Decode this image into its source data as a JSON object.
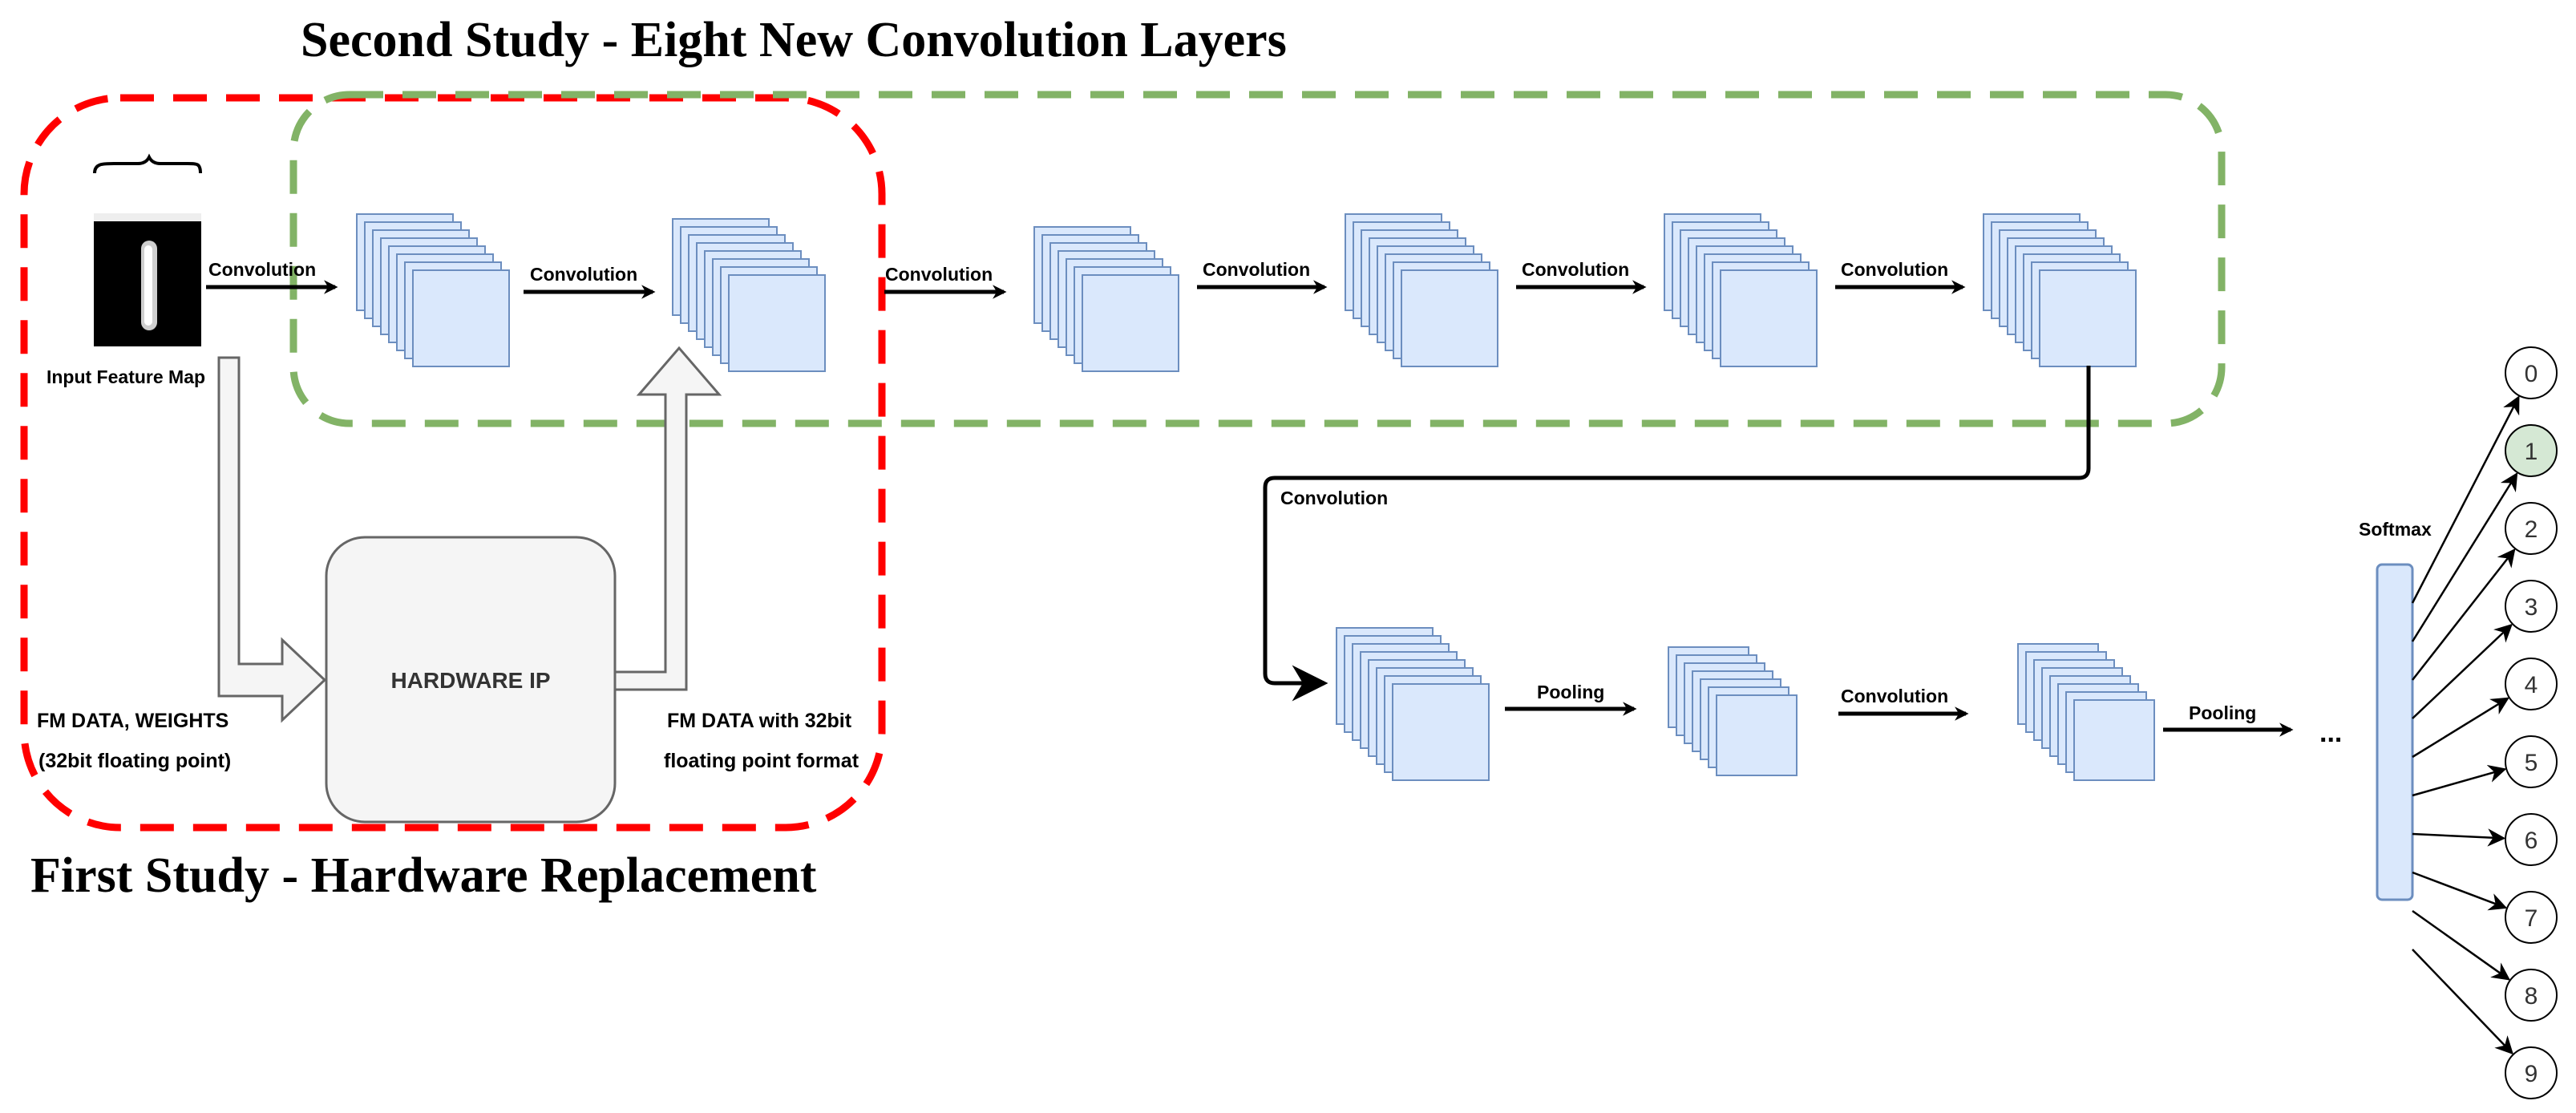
{
  "titles": {
    "second_study": "Second Study - Eight New Convolution Layers",
    "first_study": "First Study -  Hardware Replacement"
  },
  "input": {
    "label": "Input Feature Map"
  },
  "hardware": {
    "label": "HARDWARE IP",
    "input_line1": "FM DATA, WEIGHTS",
    "input_line2": "(32bit floating point)",
    "output_line1": "FM DATA with 32bit",
    "output_line2": "floating point format"
  },
  "ops": {
    "conv": "Convolution",
    "pool": "Pooling",
    "softmax": "Softmax",
    "ellipsis": "..."
  },
  "outputs": [
    "0",
    "1",
    "2",
    "3",
    "4",
    "5",
    "6",
    "7",
    "8",
    "9"
  ],
  "colors": {
    "feature_map_fill": "#dae8fc",
    "feature_map_stroke": "#6c8ebf",
    "first_study_border": "#ff0000",
    "second_study_border": "#82b366",
    "hardware_fill": "#f5f5f5",
    "highlight_node": "#d5e8d4"
  }
}
